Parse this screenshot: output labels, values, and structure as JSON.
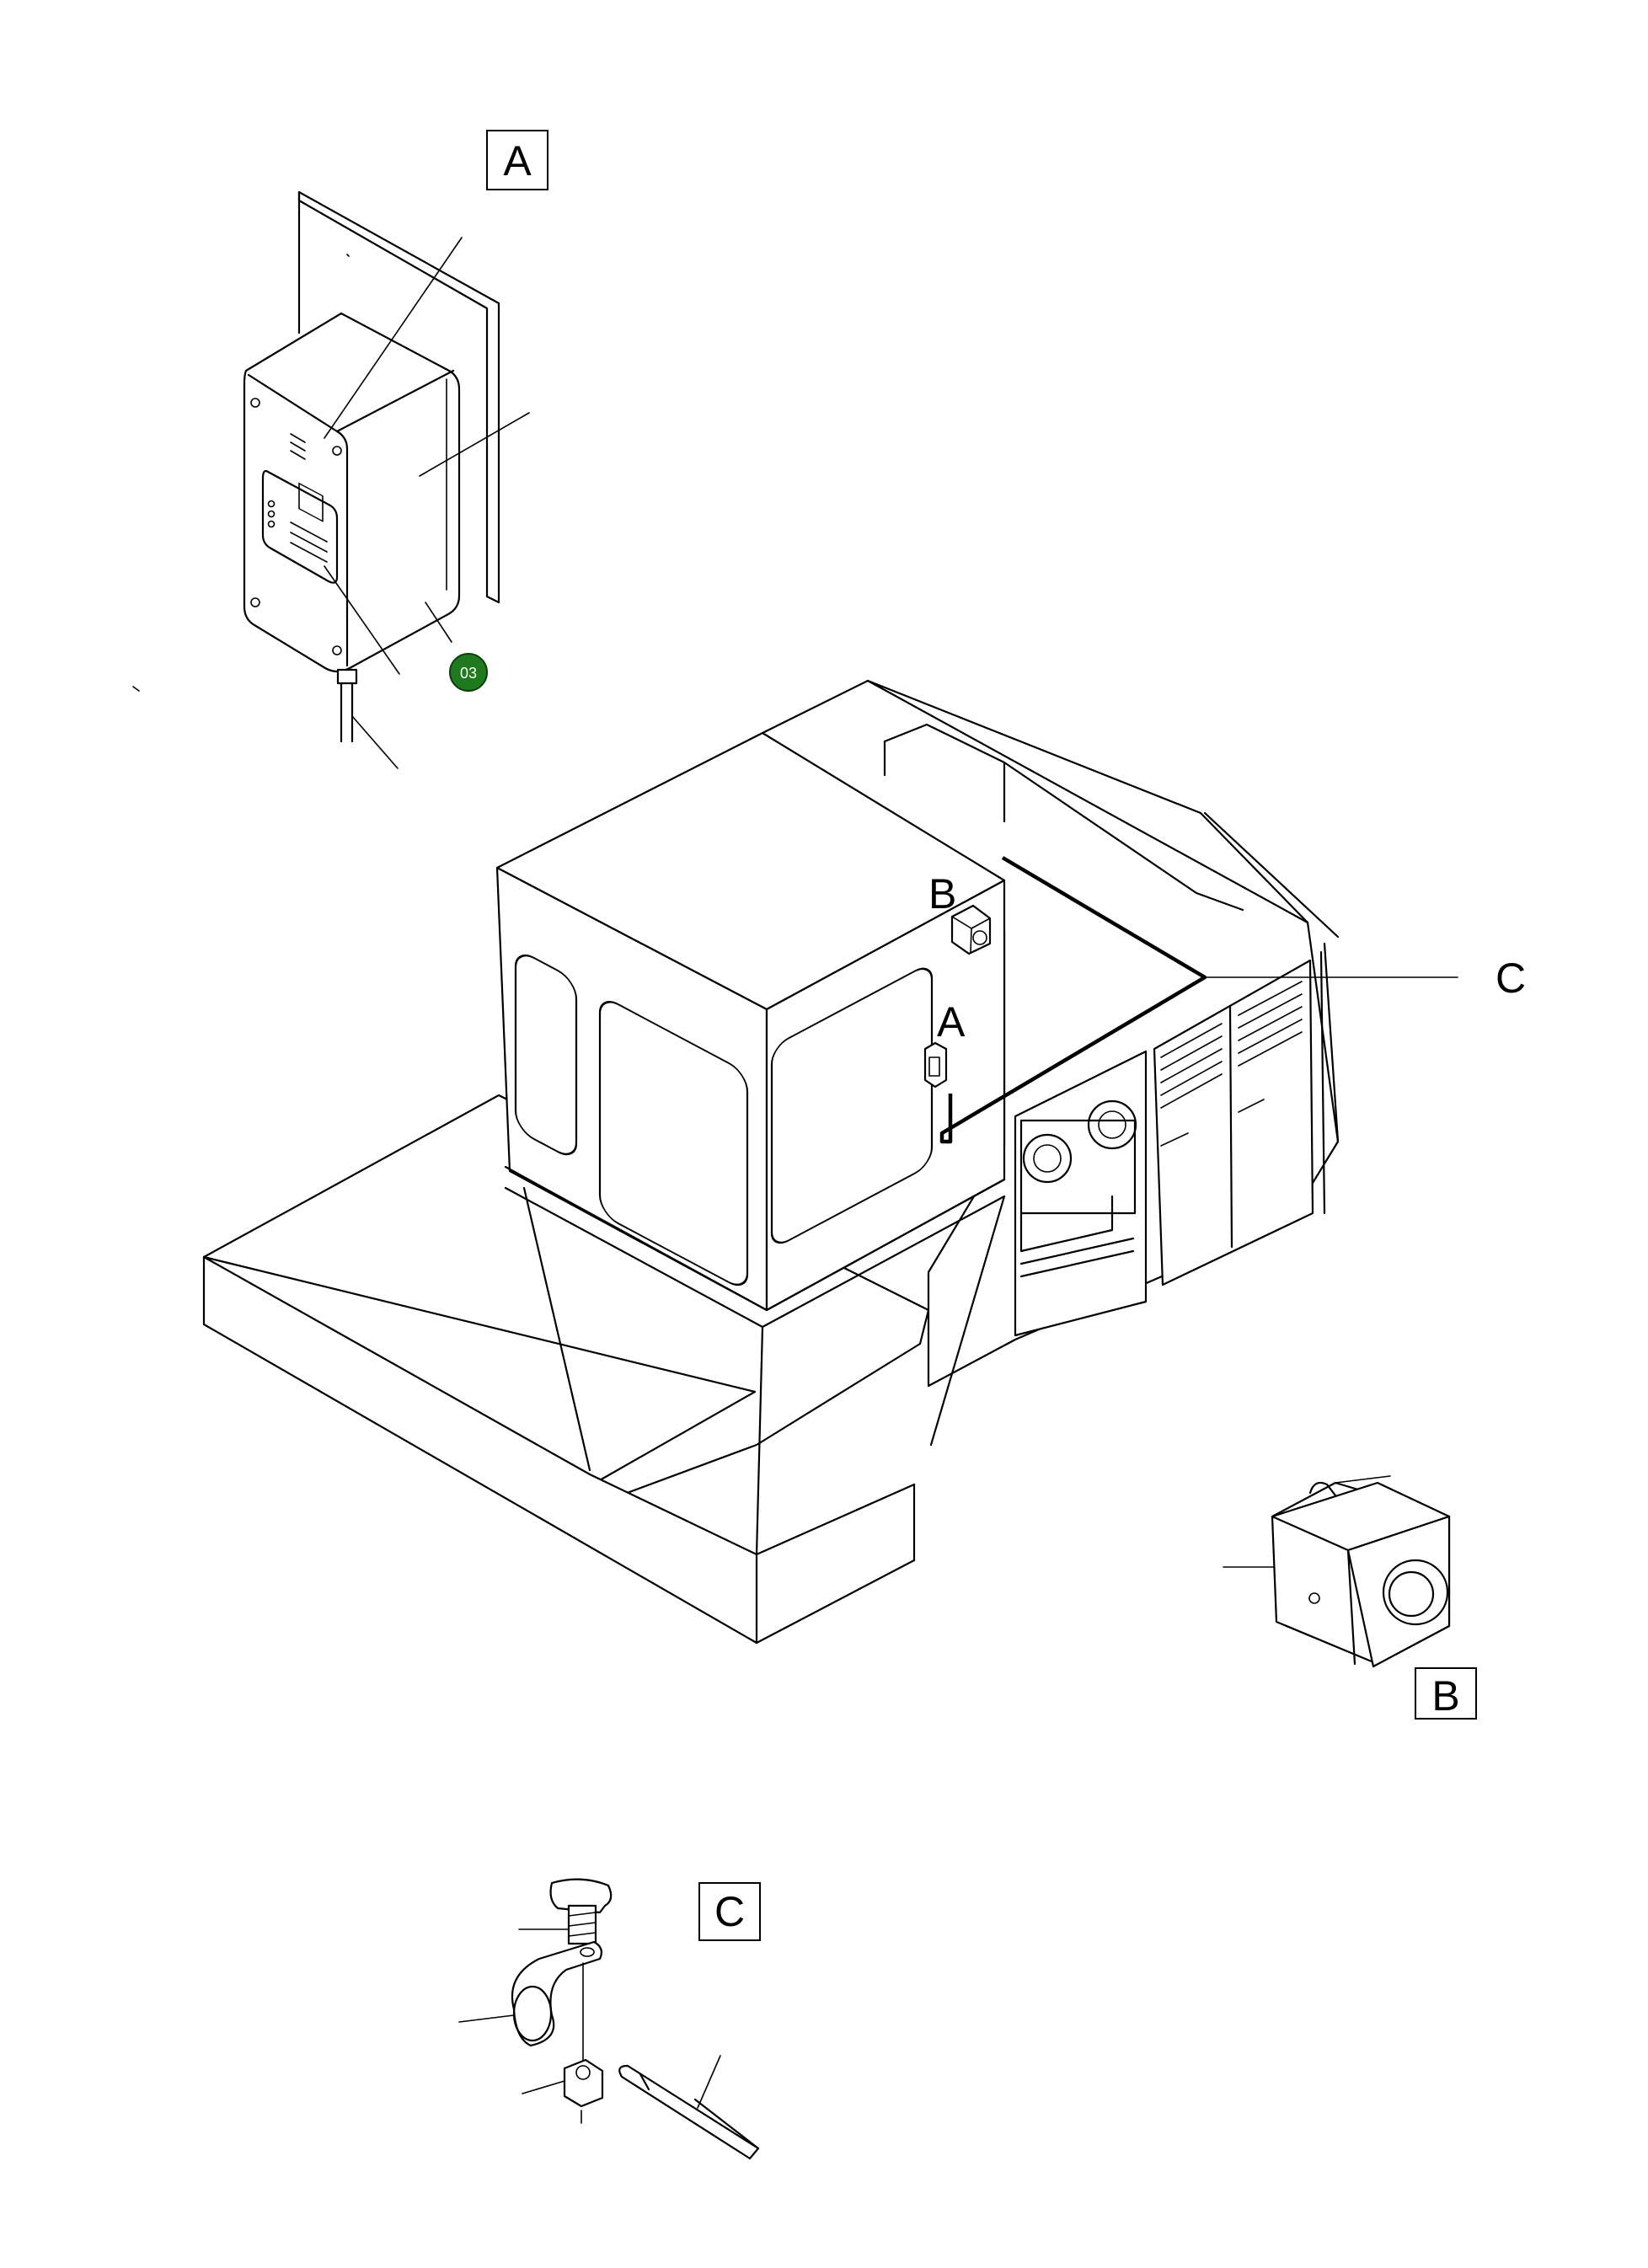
{
  "detail_labels": {
    "a": "A",
    "b": "B",
    "c": "C"
  },
  "machine_labels": {
    "a": "A",
    "b": "B",
    "c": "C"
  },
  "callout": {
    "number": "03",
    "color": "#1f7a1f"
  }
}
